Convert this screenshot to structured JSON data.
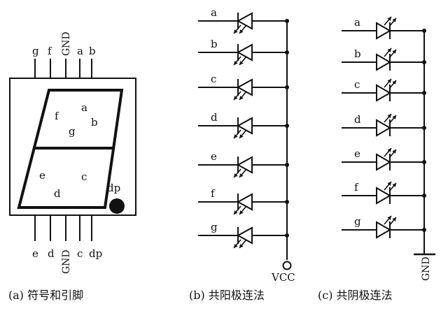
{
  "panel_a": {
    "top_pins": [
      "g",
      "f",
      "GND",
      "a",
      "b"
    ],
    "bottom_pins": [
      "e",
      "d",
      "GND",
      "c",
      "dp"
    ],
    "segments": {
      "f": "f",
      "a": "a",
      "g": "g",
      "b": "b",
      "e": "e",
      "c": "c",
      "d": "d"
    },
    "dp_label": "dp",
    "caption": "(a) 符号和引脚"
  },
  "panel_b": {
    "segments": [
      "a",
      "b",
      "c",
      "d",
      "e",
      "f",
      "g"
    ],
    "supply_label": "VCC",
    "caption": "(b) 共阳极连法"
  },
  "panel_c": {
    "segments": [
      "a",
      "b",
      "c",
      "d",
      "e",
      "f",
      "g"
    ],
    "ground_label": "GND",
    "caption": "(c) 共阴极连法"
  }
}
